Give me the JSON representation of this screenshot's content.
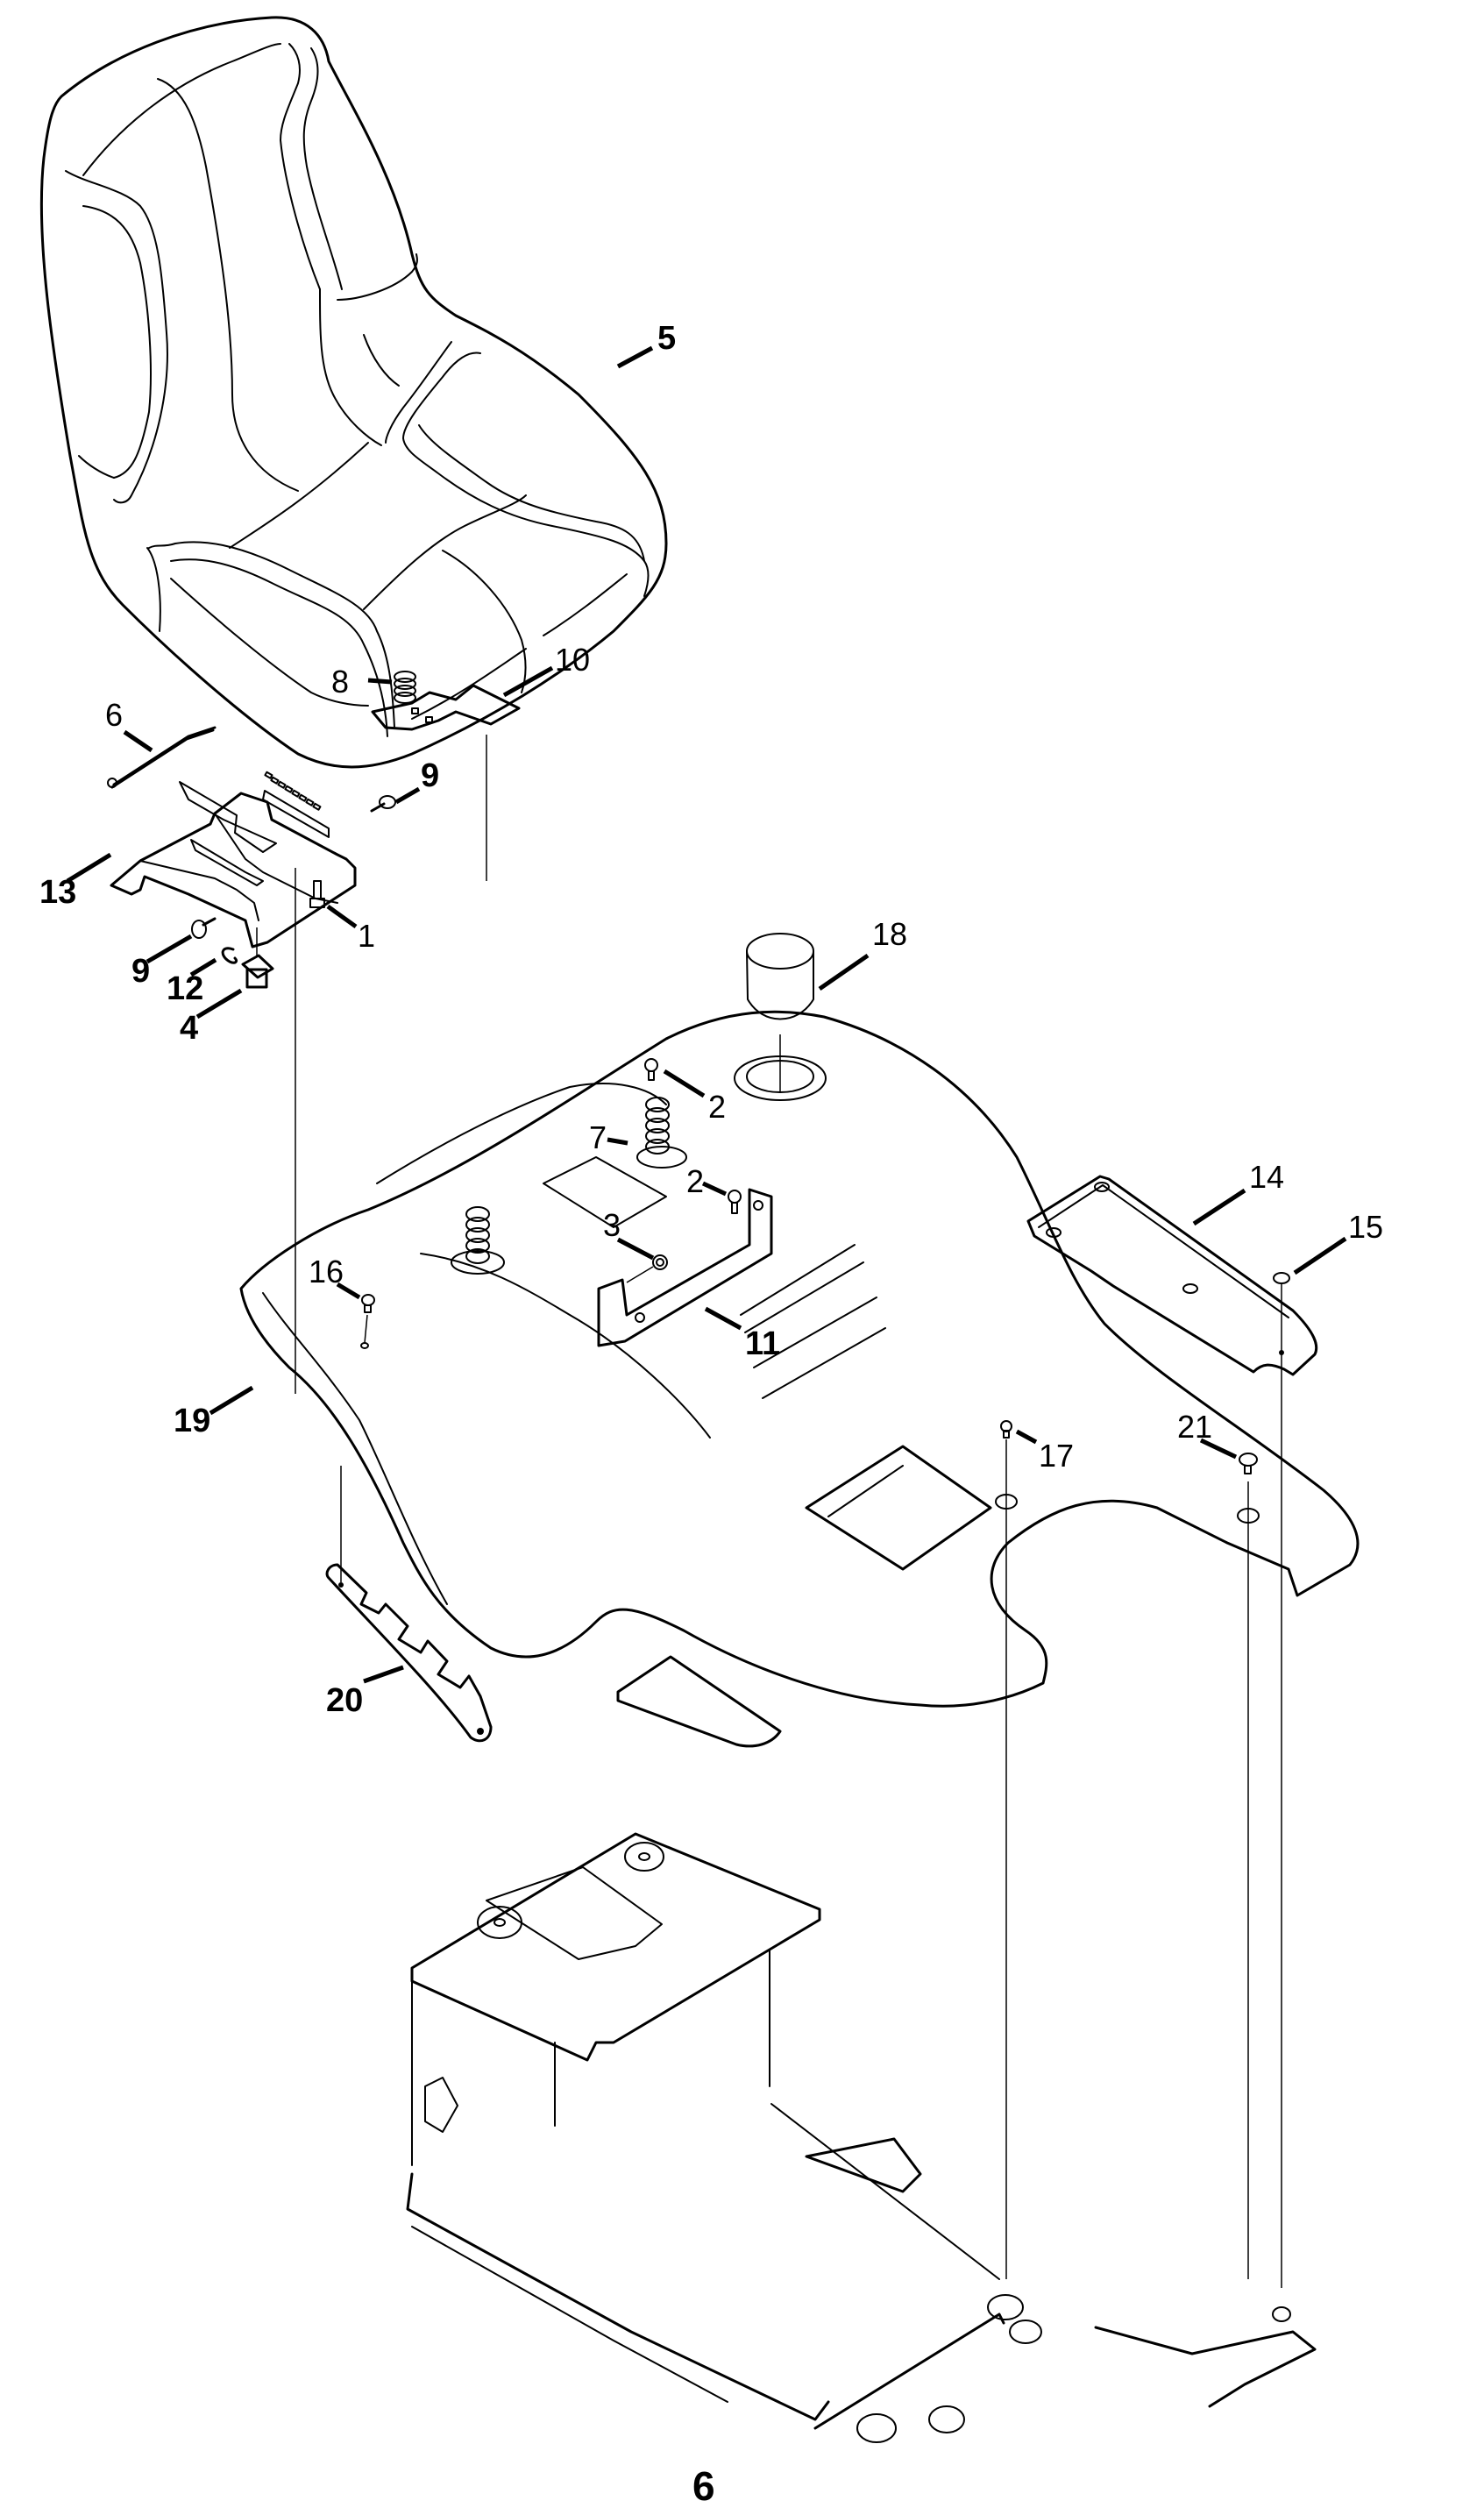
{
  "diagram": {
    "type": "exploded-parts-diagram",
    "subject": "Seat and fender assembly (riding mower)",
    "page_number": "6",
    "callouts": [
      {
        "id": "c1",
        "label": "1",
        "part": "bolt",
        "style": "normal"
      },
      {
        "id": "c2a",
        "label": "2",
        "part": "bolt",
        "style": "normal"
      },
      {
        "id": "c2b",
        "label": "2",
        "part": "bolt",
        "style": "normal"
      },
      {
        "id": "c3",
        "label": "3",
        "part": "nut",
        "style": "normal"
      },
      {
        "id": "c4",
        "label": "4",
        "part": "seat switch",
        "style": "bold"
      },
      {
        "id": "c5",
        "label": "5",
        "part": "seat",
        "style": "bold"
      },
      {
        "id": "c6",
        "label": "6",
        "part": "wire harness",
        "style": "normal"
      },
      {
        "id": "c7",
        "label": "7",
        "part": "spring",
        "style": "normal"
      },
      {
        "id": "c8",
        "label": "8",
        "part": "spring",
        "style": "normal"
      },
      {
        "id": "c9a",
        "label": "9",
        "part": "shoulder bolt",
        "style": "bold"
      },
      {
        "id": "c9b",
        "label": "9",
        "part": "shoulder bolt",
        "style": "bold"
      },
      {
        "id": "c10",
        "label": "10",
        "part": "seat adjust bracket",
        "style": "normal"
      },
      {
        "id": "c11",
        "label": "11",
        "part": "seat hinge bracket",
        "style": "bold"
      },
      {
        "id": "c12",
        "label": "12",
        "part": "clip",
        "style": "bold"
      },
      {
        "id": "c13",
        "label": "13",
        "part": "seat pan",
        "style": "bold"
      },
      {
        "id": "c14",
        "label": "14",
        "part": "foot pad",
        "style": "normal"
      },
      {
        "id": "c15",
        "label": "15",
        "part": "push rivet",
        "style": "normal"
      },
      {
        "id": "c16",
        "label": "16",
        "part": "screw",
        "style": "normal"
      },
      {
        "id": "c17",
        "label": "17",
        "part": "screw",
        "style": "normal"
      },
      {
        "id": "c18",
        "label": "18",
        "part": "fuel cap",
        "style": "normal"
      },
      {
        "id": "c19",
        "label": "19",
        "part": "fender",
        "style": "bold"
      },
      {
        "id": "c20",
        "label": "20",
        "part": "deck lift lever plate",
        "style": "bold"
      },
      {
        "id": "c21",
        "label": "21",
        "part": "push rivet",
        "style": "normal"
      }
    ],
    "colors": {
      "line": "#000000",
      "background": "#ffffff"
    }
  }
}
